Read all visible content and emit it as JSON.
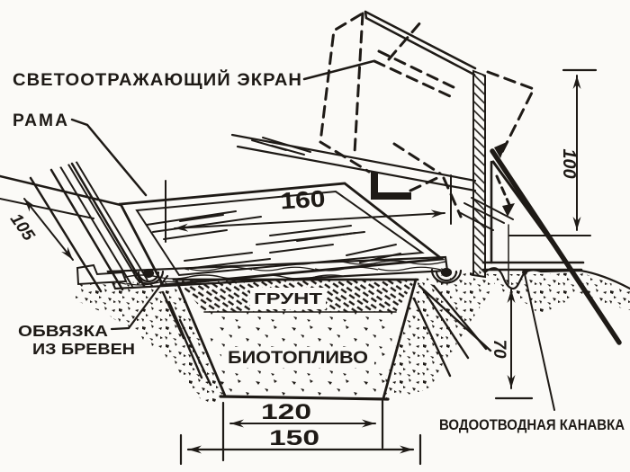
{
  "labels": {
    "screen": "СВЕТООТРАЖАЮЩИЙ ЭКРАН",
    "frame": "РАМА",
    "soil": "ГРУНТ",
    "binding_line1": "ОБВЯЗКА",
    "binding_line2": "ИЗ БРЕВЕН",
    "biofuel": "БИОТОПЛИВО",
    "drainage": "ВОДООТВОДНАЯ КАНАВКА"
  },
  "dimensions": {
    "frame_length": "160",
    "frame_width": "105",
    "screen_height": "100",
    "ditch_depth": "70",
    "pit_bottom_width": "120",
    "pit_top_width": "150"
  },
  "colors": {
    "ink": "#1e1a16",
    "paper": "#fbfaf7"
  }
}
